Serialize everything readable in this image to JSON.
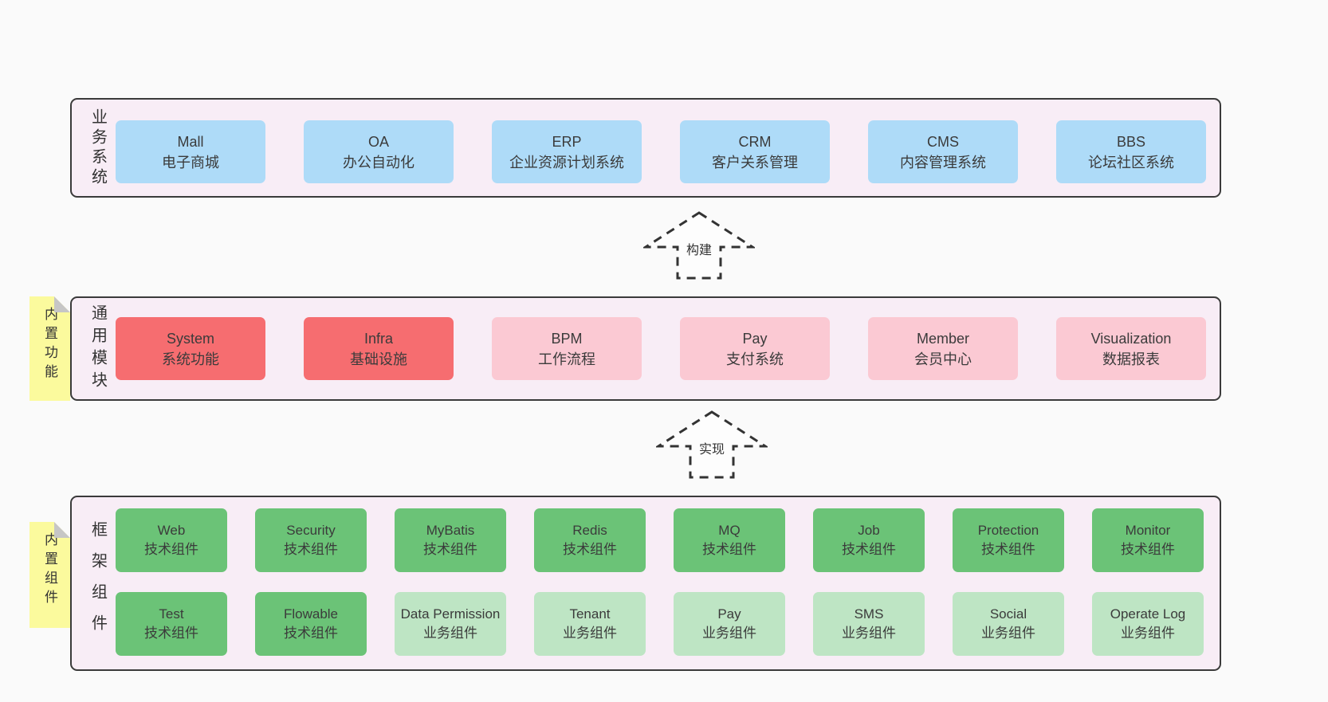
{
  "layers": {
    "business": {
      "label": "业务系统",
      "boxes": [
        {
          "name": "Mall",
          "desc": "电子商城"
        },
        {
          "name": "OA",
          "desc": "办公自动化"
        },
        {
          "name": "ERP",
          "desc": "企业资源计划系统"
        },
        {
          "name": "CRM",
          "desc": "客户关系管理"
        },
        {
          "name": "CMS",
          "desc": "内容管理系统"
        },
        {
          "name": "BBS",
          "desc": "论坛社区系统"
        }
      ]
    },
    "modules": {
      "label": "通用模块",
      "sticky": "内置功能",
      "boxes": [
        {
          "name": "System",
          "desc": "系统功能"
        },
        {
          "name": "Infra",
          "desc": "基础设施"
        },
        {
          "name": "BPM",
          "desc": "工作流程"
        },
        {
          "name": "Pay",
          "desc": "支付系统"
        },
        {
          "name": "Member",
          "desc": "会员中心"
        },
        {
          "name": "Visualization",
          "desc": "数据报表"
        }
      ]
    },
    "framework": {
      "label": "框架组件",
      "sticky": "内置组件",
      "row1": [
        {
          "name": "Web",
          "desc": "技术组件"
        },
        {
          "name": "Security",
          "desc": "技术组件"
        },
        {
          "name": "MyBatis",
          "desc": "技术组件"
        },
        {
          "name": "Redis",
          "desc": "技术组件"
        },
        {
          "name": "MQ",
          "desc": "技术组件"
        },
        {
          "name": "Job",
          "desc": "技术组件"
        },
        {
          "name": "Protection",
          "desc": "技术组件"
        },
        {
          "name": "Monitor",
          "desc": "技术组件"
        }
      ],
      "row2": [
        {
          "name": "Test",
          "desc": "技术组件"
        },
        {
          "name": "Flowable",
          "desc": "技术组件"
        },
        {
          "name": "Data Permission",
          "desc": "业务组件"
        },
        {
          "name": "Tenant",
          "desc": "业务组件"
        },
        {
          "name": "Pay",
          "desc": "业务组件"
        },
        {
          "name": "SMS",
          "desc": "业务组件"
        },
        {
          "name": "Social",
          "desc": "业务组件"
        },
        {
          "name": "Operate Log",
          "desc": "业务组件"
        }
      ]
    }
  },
  "arrows": {
    "build": "构建",
    "implement": "实现"
  },
  "colors": {
    "page_bg": "#fafafa",
    "layer_bg": "#f8edf6",
    "layer_border": "#3a3a3a",
    "business_box": "#aedbf8",
    "module_core_box": "#f66d70",
    "module_extra_box": "#fbc9d3",
    "tech_component_box": "#6bc377",
    "biz_component_box": "#bee5c4",
    "sticky_note": "#fbfa9d",
    "text": "#3b3b3b"
  }
}
